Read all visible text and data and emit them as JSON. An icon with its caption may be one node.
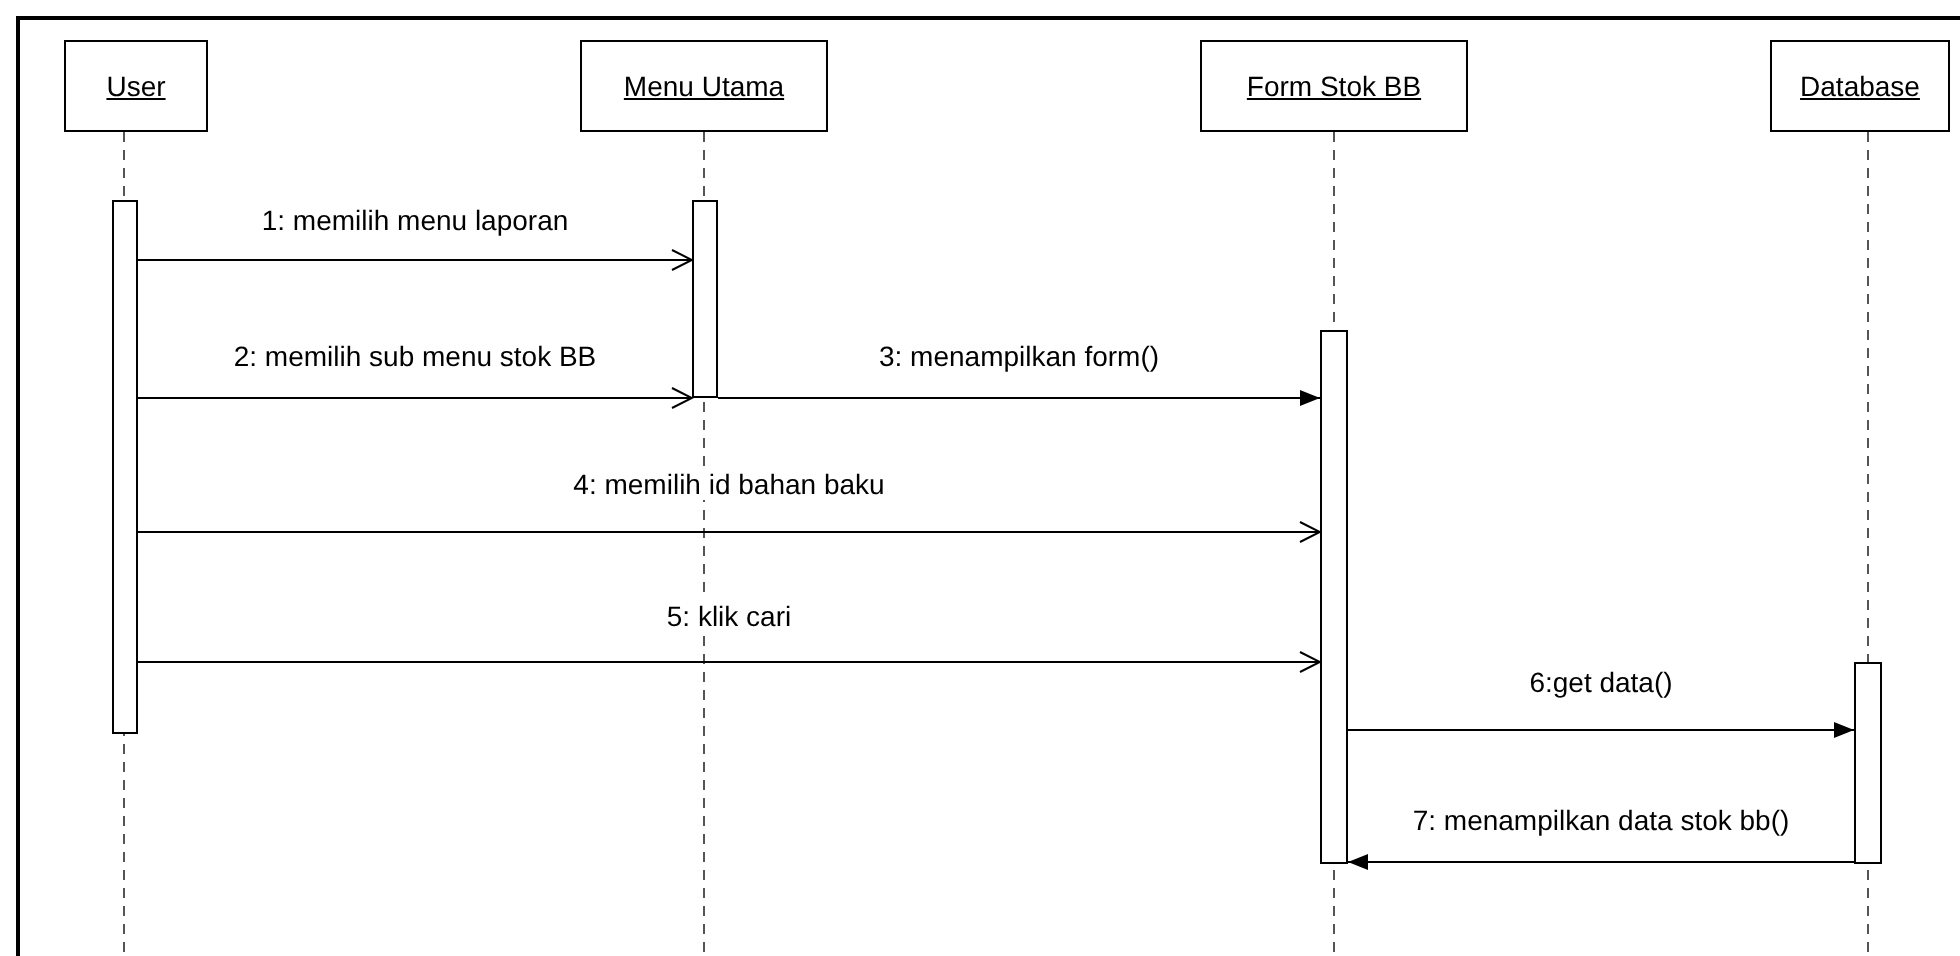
{
  "diagram": {
    "nodes": [
      {
        "text": [
          "User"
        ]
      },
      {
        "text": [
          "Menu Utama"
        ]
      },
      {
        "text": [
          "Form Stok BB"
        ]
      },
      {
        "text": [
          "Database"
        ]
      },
      {
        "text": [],
        "shape": "bar"
      },
      {
        "text": [],
        "shape": "bar"
      },
      {
        "text": [],
        "shape": "bar"
      },
      {
        "text": [],
        "shape": "bar"
      }
    ],
    "edges": [
      {
        "from": 4,
        "to": 5,
        "arrow": "to",
        "label": "1: memilih menu laporan"
      },
      {
        "from": 4,
        "to": 5,
        "arrow": "to",
        "label": "2: memilih sub menu stok BB"
      },
      {
        "from": 5,
        "to": 6,
        "arrow": "to",
        "label": "3: menampilkan form()"
      },
      {
        "from": 4,
        "to": 6,
        "arrow": "to",
        "label": "4: memilih id bahan baku"
      },
      {
        "from": 4,
        "to": 6,
        "arrow": "to",
        "label": "5: klik cari"
      },
      {
        "from": 6,
        "to": 7,
        "arrow": "to",
        "label": "6:get data()"
      },
      {
        "from": 7,
        "to": 6,
        "arrow": "to",
        "label": "7: menampilkan data stok bb()"
      }
    ]
  }
}
